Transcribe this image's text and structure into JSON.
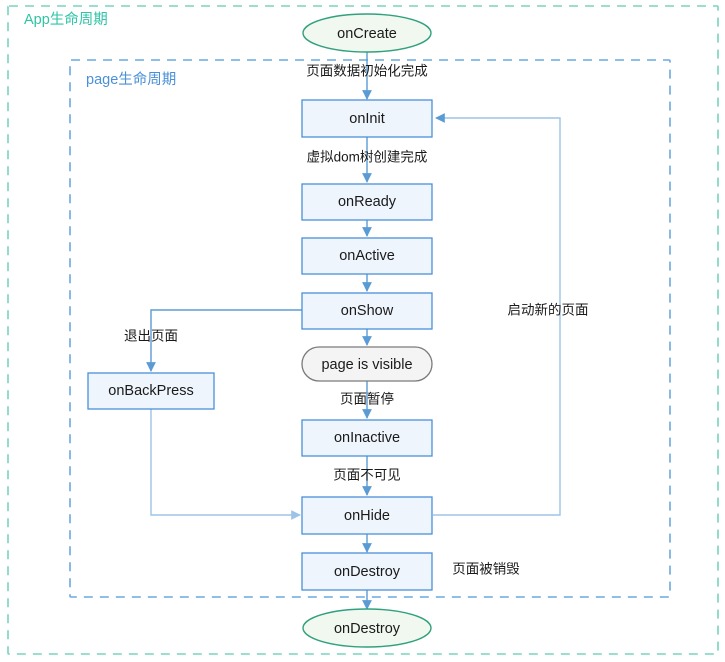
{
  "diagram": {
    "title": "App / Page lifecycle flowchart",
    "colors": {
      "outer_group_stroke": "#7ad3bd",
      "outer_group_label": "#2ec4a6",
      "inner_group_stroke": "#6aa8e0",
      "inner_group_label": "#4a90d9",
      "process_fill": "#eef5fd",
      "process_stroke": "#4a90d9",
      "terminator_fill": "#f1f8f0",
      "terminator_stroke": "#31a07e",
      "state_fill": "#f4f4f4",
      "state_stroke": "#7a7a7a",
      "arrow": "#5b9bd5",
      "arrow_pale": "#9dc3e6"
    },
    "groups": [
      {
        "id": "app-lifecycle",
        "label": "App生命周期"
      },
      {
        "id": "page-lifecycle",
        "label": "page生命周期"
      }
    ],
    "nodes": [
      {
        "id": "on-create",
        "label": "onCreate",
        "shape": "ellipse"
      },
      {
        "id": "on-init",
        "label": "onInit",
        "shape": "rect"
      },
      {
        "id": "on-ready",
        "label": "onReady",
        "shape": "rect"
      },
      {
        "id": "on-active",
        "label": "onActive",
        "shape": "rect"
      },
      {
        "id": "on-show",
        "label": "onShow",
        "shape": "rect"
      },
      {
        "id": "page-is-visible",
        "label": "page is visible",
        "shape": "rounded"
      },
      {
        "id": "on-back-press",
        "label": "onBackPress",
        "shape": "rect"
      },
      {
        "id": "on-inactive",
        "label": "onInactive",
        "shape": "rect"
      },
      {
        "id": "on-hide",
        "label": "onHide",
        "shape": "rect"
      },
      {
        "id": "on-destroy-box",
        "label": "onDestroy",
        "shape": "rect"
      },
      {
        "id": "on-destroy-end",
        "label": "onDestroy",
        "shape": "ellipse"
      }
    ],
    "edge_labels": [
      {
        "id": "edge-create-init",
        "label": "页面数据初始化完成"
      },
      {
        "id": "edge-init-ready",
        "label": "虚拟dom树创建完成"
      },
      {
        "id": "edge-show-back",
        "label": "退出页面"
      },
      {
        "id": "edge-visible-inactive",
        "label": "页面暂停"
      },
      {
        "id": "edge-inactive-hide",
        "label": "页面不可见"
      },
      {
        "id": "edge-hide-init",
        "label": "启动新的页面"
      },
      {
        "id": "edge-destroy",
        "label": "页面被销毁"
      }
    ]
  }
}
